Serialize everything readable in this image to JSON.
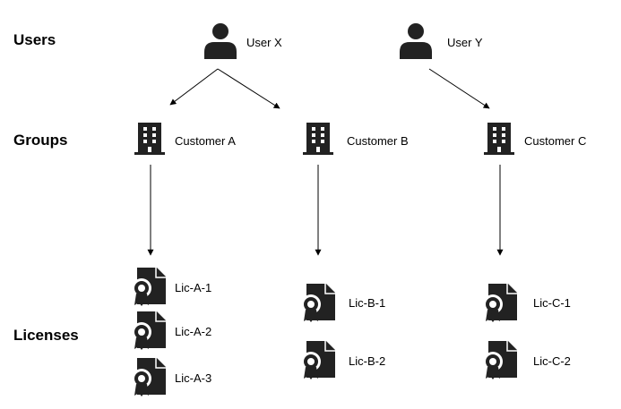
{
  "rows": {
    "users": "Users",
    "groups": "Groups",
    "licenses": "Licenses"
  },
  "users": [
    {
      "label": "User X",
      "icon": "user-icon"
    },
    {
      "label": "User Y",
      "icon": "user-icon"
    }
  ],
  "groups": [
    {
      "label": "Customer A",
      "icon": "building-icon"
    },
    {
      "label": "Customer B",
      "icon": "building-icon"
    },
    {
      "label": "Customer C",
      "icon": "building-icon"
    }
  ],
  "licenses": [
    {
      "label": "Lic-A-1",
      "icon": "license-certificate-icon"
    },
    {
      "label": "Lic-A-2",
      "icon": "license-certificate-icon"
    },
    {
      "label": "Lic-A-3",
      "icon": "license-certificate-icon"
    },
    {
      "label": "Lic-B-1",
      "icon": "license-certificate-icon"
    },
    {
      "label": "Lic-B-2",
      "icon": "license-certificate-icon"
    },
    {
      "label": "Lic-C-1",
      "icon": "license-certificate-icon"
    },
    {
      "label": "Lic-C-2",
      "icon": "license-certificate-icon"
    }
  ],
  "edges": [
    {
      "from": "User X",
      "to": "Customer A"
    },
    {
      "from": "User X",
      "to": "Customer B"
    },
    {
      "from": "User Y",
      "to": "Customer C"
    },
    {
      "from": "Customer A",
      "to": "Lic-A-1"
    },
    {
      "from": "Customer B",
      "to": "Lic-B-1"
    },
    {
      "from": "Customer C",
      "to": "Lic-C-1"
    }
  ],
  "colors": {
    "icon": "#222222",
    "line": "#000000",
    "background": "#ffffff"
  }
}
